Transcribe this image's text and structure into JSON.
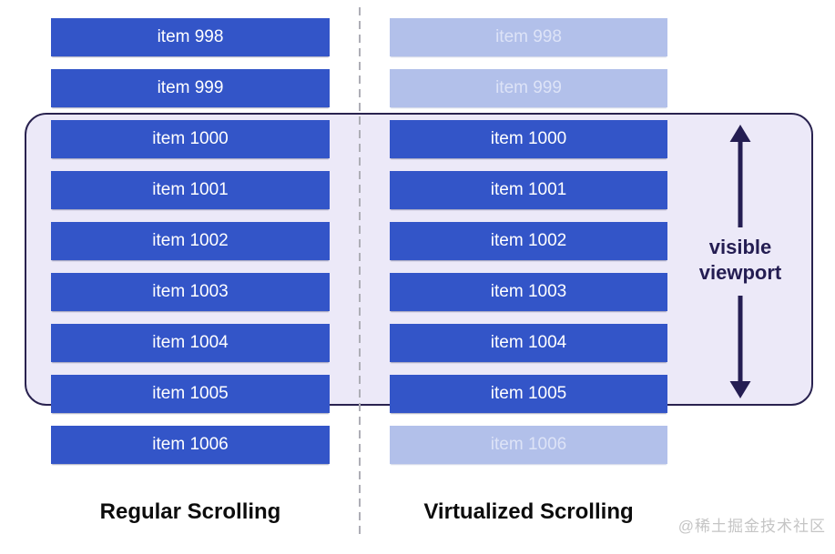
{
  "columns": {
    "left": {
      "title": "Regular Scrolling",
      "items": [
        {
          "label": "item 998",
          "state": "rendered"
        },
        {
          "label": "item 999",
          "state": "rendered"
        },
        {
          "label": "item 1000",
          "state": "rendered"
        },
        {
          "label": "item 1001",
          "state": "rendered"
        },
        {
          "label": "item 1002",
          "state": "rendered"
        },
        {
          "label": "item 1003",
          "state": "rendered"
        },
        {
          "label": "item 1004",
          "state": "rendered"
        },
        {
          "label": "item 1005",
          "state": "rendered"
        },
        {
          "label": "item 1006",
          "state": "rendered"
        }
      ]
    },
    "right": {
      "title": "Virtualized Scrolling",
      "items": [
        {
          "label": "item 998",
          "state": "virtualized"
        },
        {
          "label": "item 999",
          "state": "virtualized"
        },
        {
          "label": "item 1000",
          "state": "rendered"
        },
        {
          "label": "item 1001",
          "state": "rendered"
        },
        {
          "label": "item 1002",
          "state": "rendered"
        },
        {
          "label": "item 1003",
          "state": "rendered"
        },
        {
          "label": "item 1004",
          "state": "rendered"
        },
        {
          "label": "item 1005",
          "state": "rendered"
        },
        {
          "label": "item 1006",
          "state": "virtualized"
        }
      ]
    }
  },
  "viewport": {
    "label_line1": "visible",
    "label_line2": "viewport"
  },
  "watermark": "@稀土掘金技术社区",
  "colors": {
    "bar_rendered": "#3355c8",
    "bar_virtualized": "#b2c0ea",
    "bar_text_rendered": "#ffffff",
    "bar_text_virtualized": "#dde3f7",
    "viewport_fill": "#ece9f8",
    "viewport_border": "#29224f",
    "arrow_and_label": "#241d52",
    "divider": "#aeaeb6",
    "title_text": "#0c0c0c",
    "watermark_text": "#c5c5c5"
  }
}
